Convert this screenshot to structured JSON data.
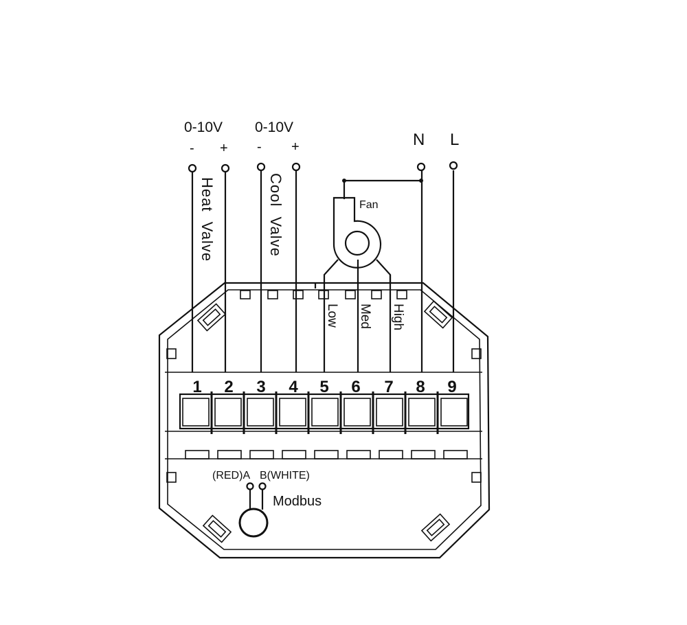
{
  "labels": {
    "heat_range": "0-10V",
    "cool_range": "0-10V",
    "heat_minus": "-",
    "heat_plus": "+",
    "cool_minus": "-",
    "cool_plus": "+",
    "neutral": "N",
    "live": "L",
    "heat_valve": "Heat  Valve",
    "cool_valve": "Cool  Valve",
    "fan": "Fan",
    "fan_low": "Low",
    "fan_med": "Med",
    "fan_high": "High",
    "modbus_a": "(RED)A",
    "modbus_b": "B(WHITE)",
    "modbus": "Modbus"
  },
  "terminals": [
    "1",
    "2",
    "3",
    "4",
    "5",
    "6",
    "7",
    "8",
    "9"
  ]
}
